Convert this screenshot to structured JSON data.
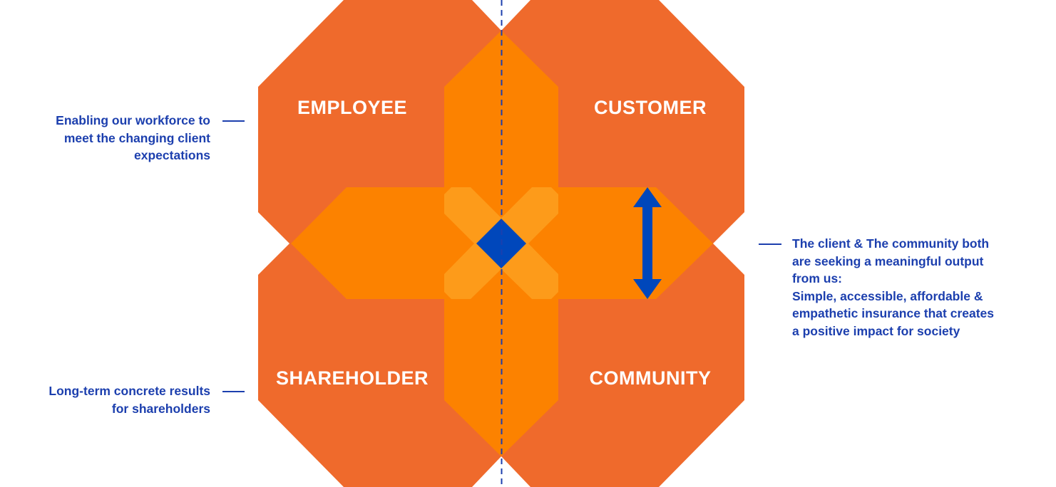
{
  "quadrants": {
    "top_left": "EMPLOYEE",
    "top_right": "CUSTOMER",
    "bottom_left": "SHAREHOLDER",
    "bottom_right": "COMMUNITY"
  },
  "notes": {
    "employee": [
      "Enabling our workforce to",
      "meet the changing client",
      "expectations"
    ],
    "shareholder": [
      "Long-term concrete results",
      "for shareholders"
    ],
    "customer_community": [
      "The client & The community both",
      "are seeking a meaningful output",
      "from us:",
      "Simple, accessible, affordable &",
      "empathetic insurance that creates",
      "a positive impact for society"
    ]
  },
  "colors": {
    "octagon": "#ef6a2c",
    "cross": "#fc8200",
    "overlap": "#fd9b1a",
    "accent_blue": "#0047bb",
    "text_blue": "#1c3fae"
  }
}
